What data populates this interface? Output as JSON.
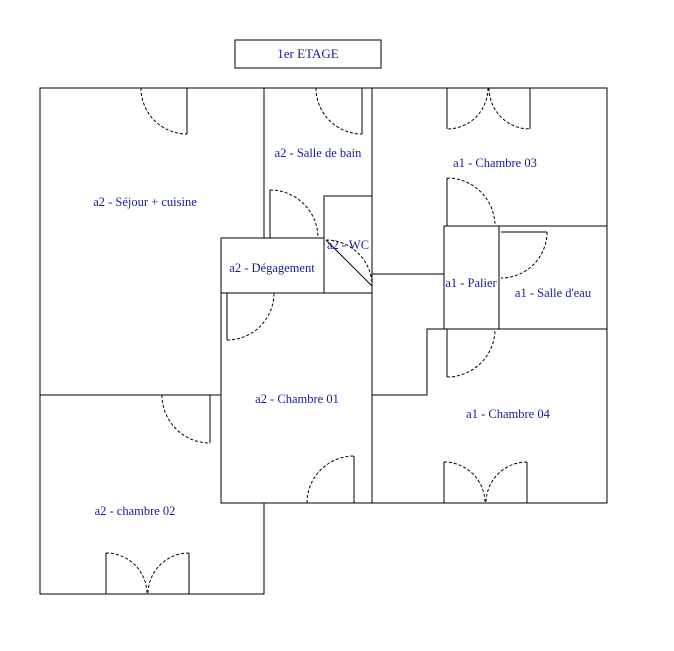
{
  "plan": {
    "title": "1er ETAGE",
    "text_color": "#1a1aa0",
    "line_color": "#000000",
    "rooms": {
      "sejour": "a2 - Séjour + cuisine",
      "salle_de_bain": "a2 - Salle de bain",
      "chambre_03": "a1 - Chambre 03",
      "wc": "a2 - WC",
      "degagement": "a2 - Dégagement",
      "palier": "a1 - Palier",
      "salle_deau": "a1 - Salle d'eau",
      "chambre_01": "a2 - Chambre 01",
      "chambre_04": "a1 - Chambre 04",
      "chambre_02": "a2 - chambre 02"
    }
  }
}
